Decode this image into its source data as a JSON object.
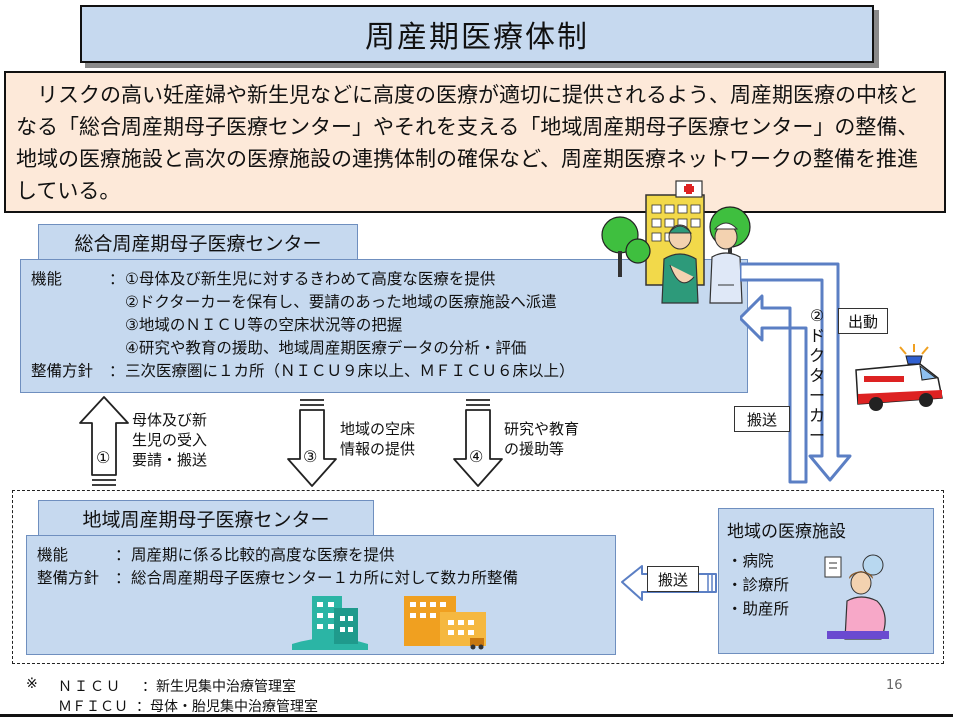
{
  "title": "周産期医療体制",
  "intro": "リスクの高い妊産婦や新生児などに高度の医療が適切に提供されるよう、周産期医療の中核となる「総合周産期母子医療センター」やそれを支える「地域周産期母子医療センター」の整備、地域の医療施設と高次の医療施設の連携体制の確保など、周産期医療ネットワークの整備を推進している。",
  "general_center": {
    "name": "総合周産期母子医療センター",
    "function_label": "機能",
    "colon": "：",
    "functions": [
      "①母体及び新生児に対するきわめて高度な医療を提供",
      "②ドクターカーを保有し、要請のあった地域の医療施設へ派遣",
      "③地域のＮＩＣＵ等の空床状況等の把握",
      "④研究や教育の援助、地域周産期医療データの分析・評価"
    ],
    "policy_label": "整備方針",
    "policy": "三次医療圏に１カ所（ＮＩＣＵ９床以上、ＭＦＩＣＵ６床以上）"
  },
  "arrows": {
    "a1_num": "①",
    "a1_text": [
      "母体及び新",
      "生児の受入",
      "要請・搬送"
    ],
    "a3_num": "③",
    "a3_text": [
      "地域の空床",
      "情報の提供"
    ],
    "a4_num": "④",
    "a4_text": [
      "研究や教育",
      "の援助等"
    ]
  },
  "doctor_car": {
    "num": "②",
    "chars": [
      "ド",
      "ク",
      "タ",
      "ー",
      "カ",
      "ー"
    ]
  },
  "dispatch": "出動",
  "transport": "搬送",
  "regional_center": {
    "name": "地域周産期母子医療センター",
    "function_label": "機能",
    "colon": "：",
    "function": "周産期に係る比較的高度な医療を提供",
    "policy_label": "整備方針",
    "policy": "総合周産期母子医療センター１カ所に対して数カ所整備"
  },
  "local_facility": {
    "title": "地域の医療施設",
    "items": [
      "・病院",
      "・診療所",
      "・助産所"
    ]
  },
  "footnotes": [
    {
      "mark": "※",
      "abbr": "ＮＩＣＵ",
      "colon": "：",
      "desc": "新生児集中治療管理室"
    },
    {
      "abbr": "ＭＦＩＣＵ",
      "colon": "：",
      "desc": "母体・胎児集中治療管理室"
    }
  ],
  "page_number": "16",
  "colors": {
    "panel_blue": "#c6d9ef",
    "intro_peach": "#fde9d9",
    "arrow_blue": "#5b7fc4",
    "hospital_yellow": "#f2d94a",
    "teal": "#2bb5a5",
    "orange": "#f0a020"
  }
}
